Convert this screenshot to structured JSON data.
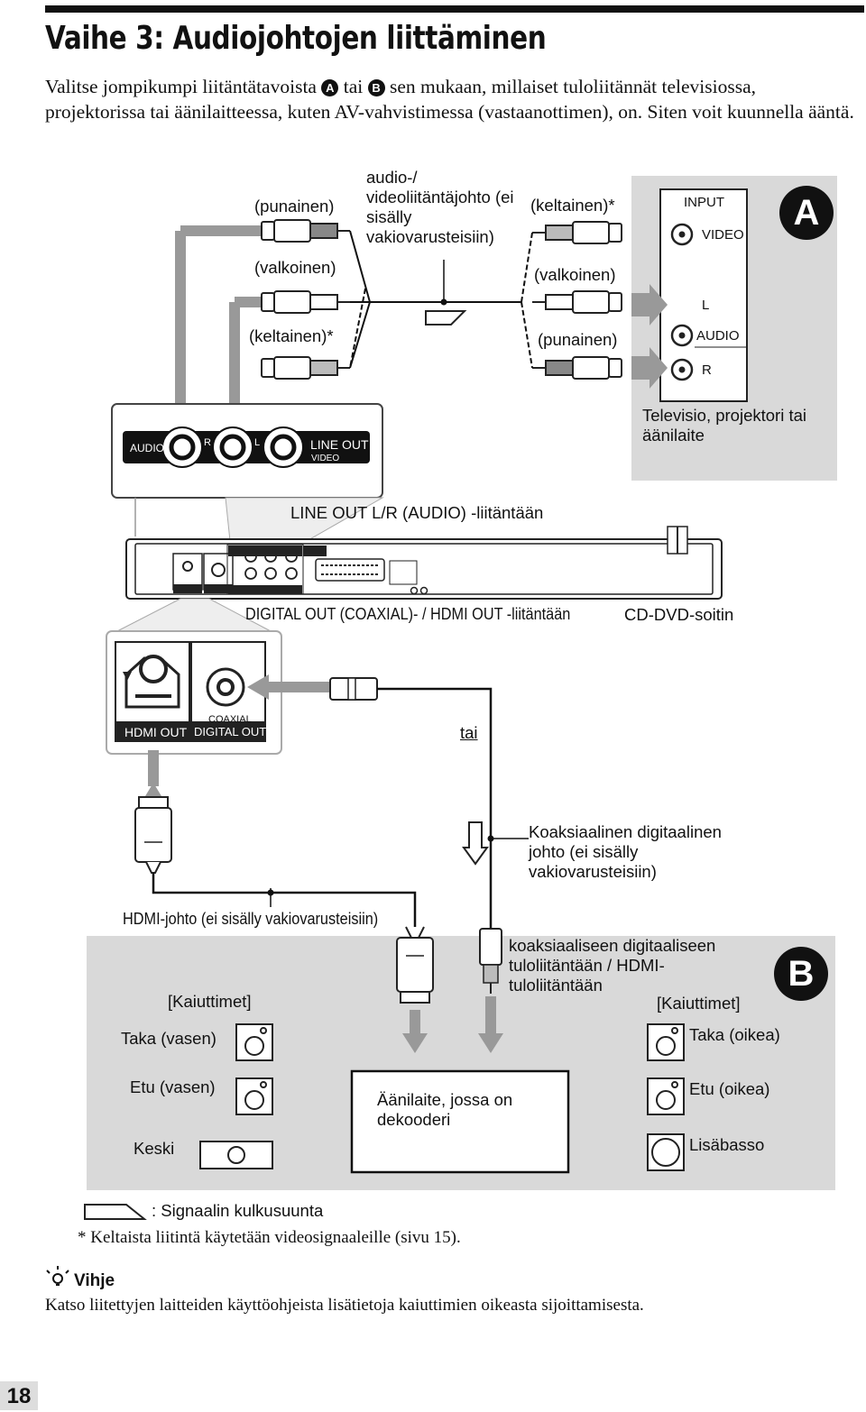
{
  "page": {
    "title": "Vaihe 3: Audiojohtojen liittäminen",
    "intro_pre": "Valitse jompikumpi liitäntätavoista",
    "badge_a": "A",
    "intro_mid": "tai",
    "badge_b": "B",
    "intro_post": "sen mukaan, millaiset tuloliitännät televisiossa, projektorissa tai äänilaitteessa, kuten AV-vahvistimessa (vastaanottimen), on. Siten voit kuunnella ääntä.",
    "page_number": "18"
  },
  "diagram": {
    "red_left": "(punainen)",
    "cable_label": "audio-/ videoliitäntäjohto (ei sisälly vakiovarusteisiin)",
    "yellow_right": "(keltainen)*",
    "white_left": "(valkoinen)",
    "white_right": "(valkoinen)",
    "yellow_left": "(keltainen)*",
    "red_right": "(punainen)",
    "tv_input": "INPUT",
    "tv_video": "VIDEO",
    "tv_l": "L",
    "tv_audio": "AUDIO",
    "tv_r": "R",
    "tv_label": "Televisio, projektori tai äänilaite",
    "panel_audio": "AUDIO",
    "panel_r": "R",
    "panel_l": "L",
    "panel_lineout": "LINE OUT",
    "panel_video": "VIDEO",
    "lineout_caption": "LINE OUT L/R (AUDIO) -liitäntään",
    "digital_caption": "DIGITAL OUT (COAXIAL)- / HDMI OUT -liitäntään",
    "player_label": "CD-DVD-soitin",
    "hdmi_out": "HDMI OUT",
    "coaxial": "COAXIAL",
    "digital_out": "DIGITAL OUT",
    "tai": "tai",
    "coax_cable": "Koaksiaalinen digitaalinen johto (ei sisälly vakiovarusteisiin)",
    "hdmi_cable": "HDMI-johto (ei sisälly vakiovarusteisiin)",
    "input_label": "koaksiaaliseen digitaaliseen tuloliitäntään / HDMI-tuloliitäntään",
    "speakers_left": "[Kaiuttimet]",
    "speakers_right": "[Kaiuttimet]",
    "rear_left": "Taka (vasen)",
    "rear_right": "Taka (oikea)",
    "front_left": "Etu (vasen)",
    "front_right": "Etu (oikea)",
    "center": "Keski",
    "subwoofer": "Lisäbasso",
    "decoder": "Äänilaite, jossa on dekooderi",
    "badge_a": "A",
    "badge_b": "B",
    "signal_legend": ": Signaalin kulkusuunta"
  },
  "footnote": "* Keltaista liitintä käytetään videosignaaleille (sivu 15).",
  "tip": {
    "heading": "Vihje",
    "text": "Katso liitettyjen laitteiden käyttöohjeista lisätietoja kaiuttimien oikeasta sijoittamisesta."
  }
}
